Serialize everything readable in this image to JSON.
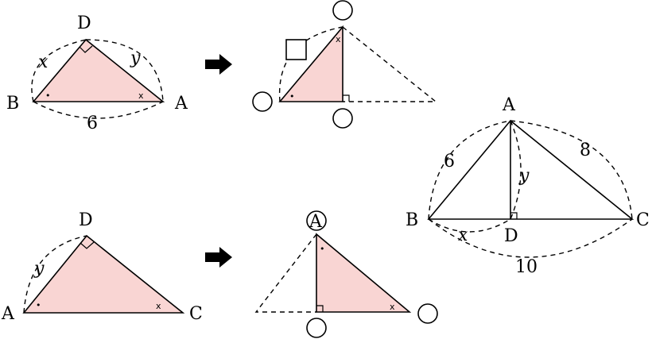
{
  "top_left": {
    "vertex_labels": [
      "D",
      "B",
      "A"
    ],
    "side_label_bd": "x",
    "side_label_da": "y",
    "side_label_ba": "6",
    "angle_mark_b": "•",
    "angle_mark_a": "x"
  },
  "top_right": {
    "angle_mark_top": "x",
    "angle_mark_bottom": "•"
  },
  "bottom_left": {
    "vertex_labels": [
      "D",
      "A",
      "C"
    ],
    "side_label_ad": "y",
    "angle_mark_a": "•",
    "angle_mark_c": "x"
  },
  "bottom_right": {
    "circled_vertex_label": "A",
    "angle_mark_top": "•",
    "angle_mark_bottom": "x"
  },
  "big_triangle": {
    "vertex_labels": [
      "A",
      "B",
      "C",
      "D"
    ],
    "side_label_ab": "6",
    "side_label_ac": "8",
    "side_label_ad": "y",
    "side_label_bd": "x",
    "side_label_bc": "10"
  }
}
